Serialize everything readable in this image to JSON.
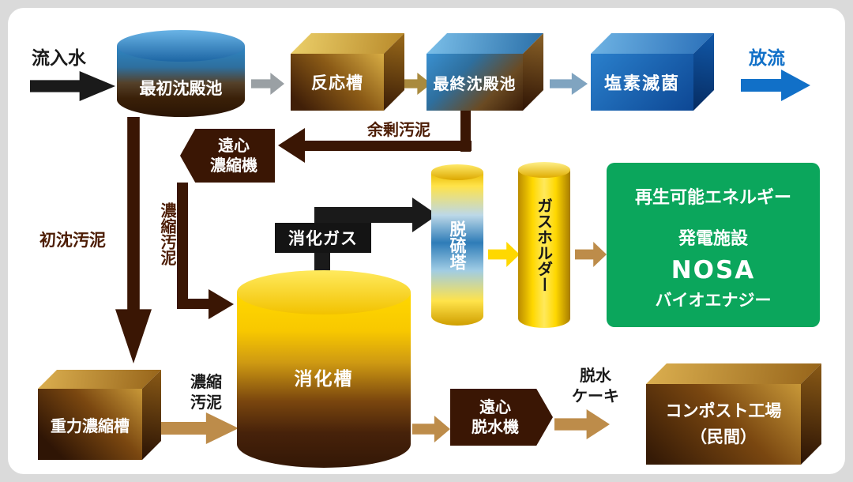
{
  "colors": {
    "sludge": "#3a1604",
    "sludge-text": "#4d1d05",
    "tan": "#bd8c4a",
    "gold": "#a98a3e",
    "gray": "#9aa0a4",
    "bluegray": "#80a4c0",
    "blue": "#1170c8",
    "yellow": "#ffd800",
    "green": "#0ba65c",
    "black": "#1a1a1a"
  },
  "top_flow": {
    "inflow": "流入水",
    "primary_tank": "最初沈殿池",
    "reaction_tank": "反応槽",
    "final_tank": "最終沈殿池",
    "chlorine": "塩素滅菌",
    "outflow": "放流"
  },
  "sludge_flow": {
    "excess_sludge": "余剰汚泥",
    "thickener_l1": "遠心",
    "thickener_l2": "濃縮機",
    "primary_sludge": "初沈汚泥",
    "thickened_v": "濃縮汚泥",
    "gravity_thickener": "重力濃縮槽",
    "thickened_b1": "濃縮",
    "thickened_b2": "汚泥"
  },
  "digestion": {
    "digester": "消化槽",
    "gas_label": "消化ガス",
    "tower": "脱硫塔",
    "holder": "ガスホルダー",
    "energy_l1": "再生可能エネルギー",
    "energy_l2": "発電施設",
    "energy_l3": "NOSA",
    "energy_l4": "バイオエナジー"
  },
  "dewatering": {
    "dehydrator_l1": "遠心",
    "dehydrator_l2": "脱水機",
    "cake_l1": "脱水",
    "cake_l2": "ケーキ",
    "compost_l1": "コンポスト工場",
    "compost_l2": "（民間）"
  }
}
